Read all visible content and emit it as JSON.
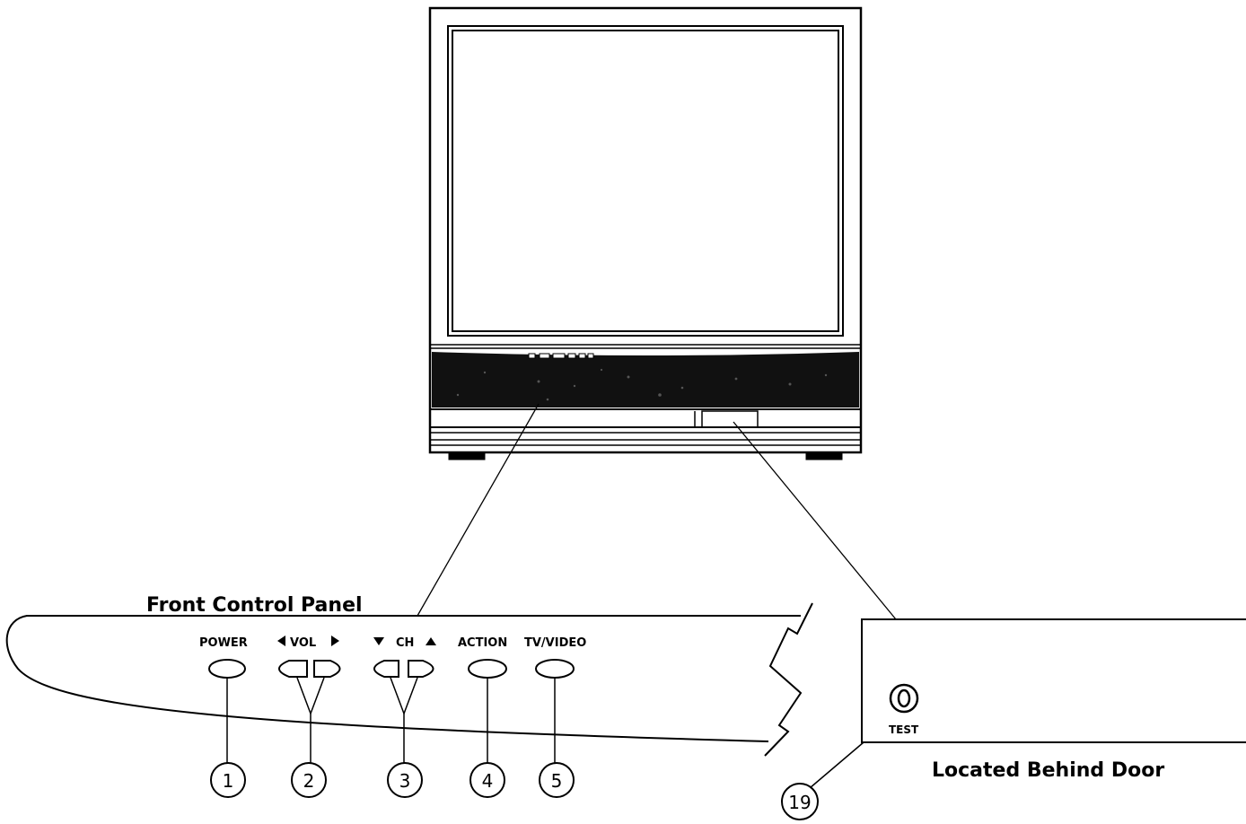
{
  "labels": {
    "front_panel_title": "Front Control Panel",
    "behind_door_title": "Located Behind Door",
    "power": "POWER",
    "vol": "VOL",
    "ch": "CH",
    "action": "ACTION",
    "tv_video": "TV/VIDEO",
    "test": "TEST"
  },
  "callouts": {
    "power": "1",
    "vol": "2",
    "ch": "3",
    "action": "4",
    "tv_video": "5",
    "test": "19"
  }
}
